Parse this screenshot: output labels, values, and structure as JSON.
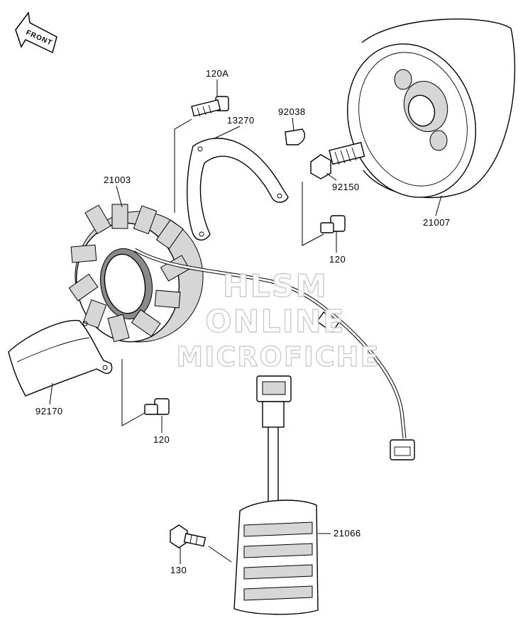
{
  "front_indicator": {
    "label": "FRONT"
  },
  "parts": {
    "p120A": "120A",
    "p13270": "13270",
    "p92038": "92038",
    "p21003": "21003",
    "p92150": "92150",
    "p21007": "21007",
    "p120_upper": "120",
    "p92170": "92170",
    "p120_lower": "120",
    "p21066": "21066",
    "p130": "130"
  },
  "watermark": {
    "line1": "HLSM",
    "line2": "ONLINE",
    "line3": "MICROFICHE"
  }
}
